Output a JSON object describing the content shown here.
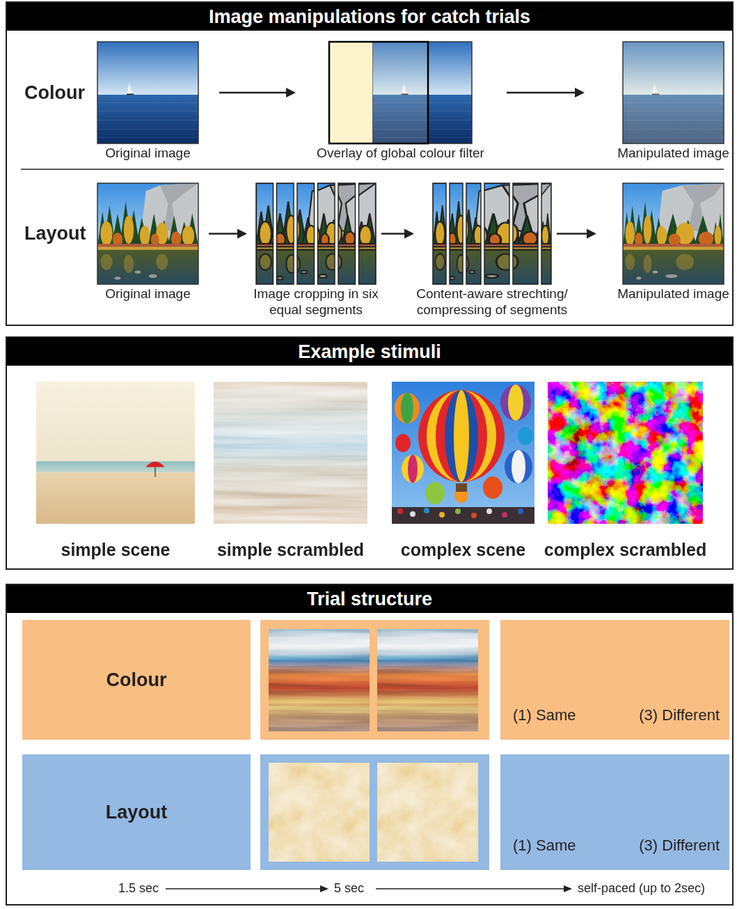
{
  "diagram": {
    "nodes": [
      {
        "text": [
          "Image manipulations for catch trials"
        ]
      },
      {
        "text": [
          "Original image"
        ],
        "in": 0
      },
      {
        "text": [
          "Overlay of global colour filter"
        ],
        "in": 0
      },
      {
        "text": [
          "Manipulated image"
        ],
        "in": 0
      },
      {
        "text": [
          "Original image"
        ],
        "in": 0
      },
      {
        "text": [
          "Image cropping in six equal segments"
        ],
        "in": 0
      },
      {
        "text": [
          "Content-aware strechting/ compressing of segments"
        ],
        "in": 0
      },
      {
        "text": [
          "Manipulated image"
        ],
        "in": 0
      },
      {
        "text": [
          "Example stimuli"
        ]
      },
      {
        "text": [
          "simple scene"
        ],
        "in": 8
      },
      {
        "text": [
          "simple scrambled"
        ],
        "in": 8
      },
      {
        "text": [
          "complex scene"
        ],
        "in": 8
      },
      {
        "text": [
          "complex scrambled"
        ],
        "in": 8
      },
      {
        "text": [
          "Trial structure"
        ]
      },
      {
        "text": [
          "Colour"
        ],
        "in": 13
      },
      {
        "text": [
          "(1) Same",
          "(3) Different"
        ],
        "in": 13
      },
      {
        "text": [
          "Layout"
        ],
        "in": 13
      },
      {
        "text": [
          "(1) Same",
          "(3) Different"
        ],
        "in": 13
      }
    ],
    "edges": [
      {
        "from": 1,
        "to": 2,
        "arrow": "to"
      },
      {
        "from": 2,
        "to": 3,
        "arrow": "to"
      },
      {
        "from": 4,
        "to": 5,
        "arrow": "to"
      },
      {
        "from": 5,
        "to": 6,
        "arrow": "to"
      },
      {
        "from": 6,
        "to": 7,
        "arrow": "to"
      }
    ],
    "labels": [
      "Colour",
      "Layout",
      "1.5 sec",
      "5 sec",
      "self-paced (up to 2sec)"
    ]
  }
}
